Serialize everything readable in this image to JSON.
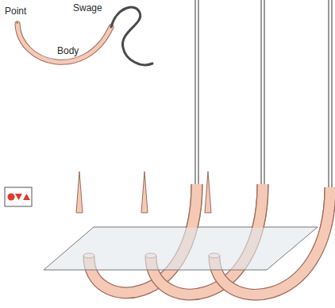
{
  "diagram": {
    "labels": [
      "Point",
      "Swage",
      "Body"
    ]
  }
}
